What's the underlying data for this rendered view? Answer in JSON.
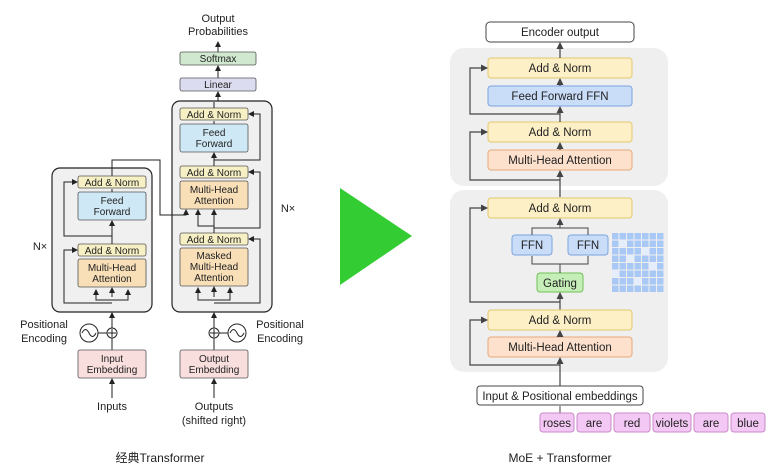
{
  "left": {
    "output_label": [
      "Output",
      "Probabilities"
    ],
    "softmax": "Softmax",
    "linear": "Linear",
    "encoder": {
      "add_norm_top": "Add & Norm",
      "feed_forward": [
        "Feed",
        "Forward"
      ],
      "add_norm_bottom": "Add & Norm",
      "attention": [
        "Multi-Head",
        "Attention"
      ],
      "nx": "N×"
    },
    "decoder": {
      "add_norm_1": "Add & Norm",
      "feed_forward": [
        "Feed",
        "Forward"
      ],
      "add_norm_2": "Add & Norm",
      "attention": [
        "Multi-Head",
        "Attention"
      ],
      "add_norm_3": "Add & Norm",
      "masked_attention": [
        "Masked",
        "Multi-Head",
        "Attention"
      ],
      "nx": "N×"
    },
    "positional_left": [
      "Positional",
      "Encoding"
    ],
    "positional_right": [
      "Positional",
      "Encoding"
    ],
    "input_embedding": [
      "Input",
      "Embedding"
    ],
    "output_embedding": [
      "Output",
      "Embedding"
    ],
    "inputs": "Inputs",
    "outputs": [
      "Outputs",
      "(shifted right)"
    ],
    "caption": "经典Transformer"
  },
  "right": {
    "encoder_output": "Encoder output",
    "top_block": {
      "add_norm_top": "Add & Norm",
      "ffn": "Feed Forward FFN",
      "add_norm_bottom": "Add & Norm",
      "attention": "Multi-Head Attention"
    },
    "moe_block": {
      "add_norm_top": "Add & Norm",
      "ffn_left": "FFN",
      "ffn_right": "FFN",
      "gating": "Gating",
      "add_norm_bottom": "Add & Norm",
      "attention": "Multi-Head Attention"
    },
    "embeddings": "Input & Positional embeddings",
    "tokens": [
      "roses",
      "are",
      "red",
      "violets",
      "are",
      "blue"
    ],
    "caption": "MoE + Transformer"
  },
  "arrow_color": "#33cc33"
}
